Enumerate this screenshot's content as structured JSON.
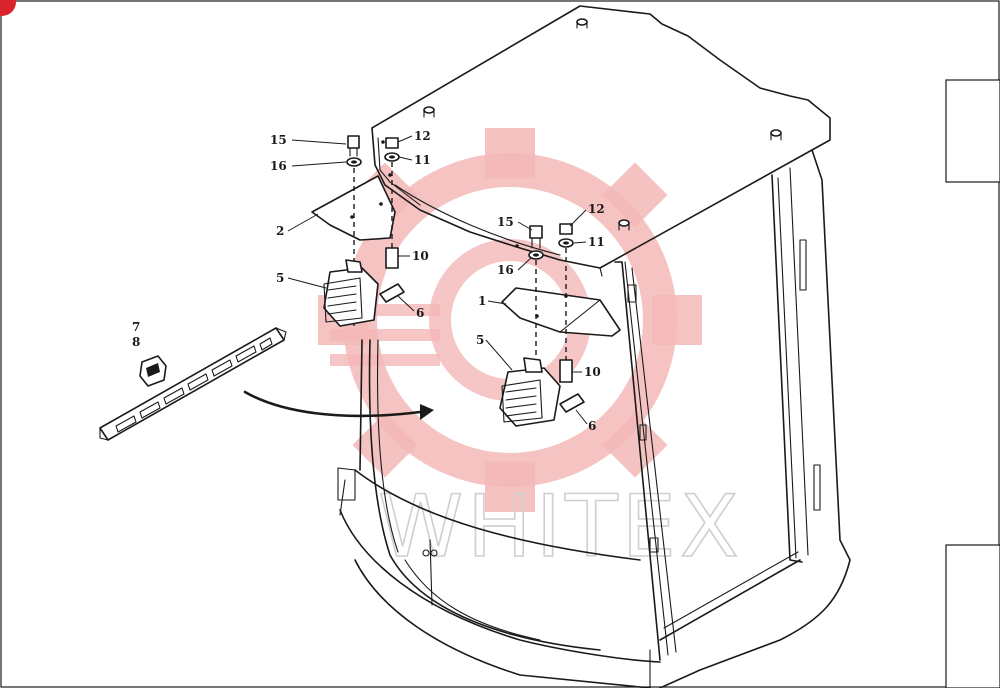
{
  "watermark": {
    "text": "WHITEX",
    "gear_color": "#f4b8b8",
    "text_color": "#cfcfcf"
  },
  "callouts": [
    {
      "id": "c15a",
      "label": "15"
    },
    {
      "id": "c16a",
      "label": "16"
    },
    {
      "id": "c12a",
      "label": "12"
    },
    {
      "id": "c11a",
      "label": "11"
    },
    {
      "id": "c2",
      "label": "2"
    },
    {
      "id": "c10a",
      "label": "10"
    },
    {
      "id": "c5a",
      "label": "5"
    },
    {
      "id": "c6a",
      "label": "6"
    },
    {
      "id": "c7",
      "label": "7"
    },
    {
      "id": "c8",
      "label": "8"
    },
    {
      "id": "c15b",
      "label": "15"
    },
    {
      "id": "c12b",
      "label": "12"
    },
    {
      "id": "c11b",
      "label": "11"
    },
    {
      "id": "c16b",
      "label": "16"
    },
    {
      "id": "c1",
      "label": "1"
    },
    {
      "id": "c5b",
      "label": "5"
    },
    {
      "id": "c10b",
      "label": "10"
    },
    {
      "id": "c6b",
      "label": "6"
    }
  ]
}
